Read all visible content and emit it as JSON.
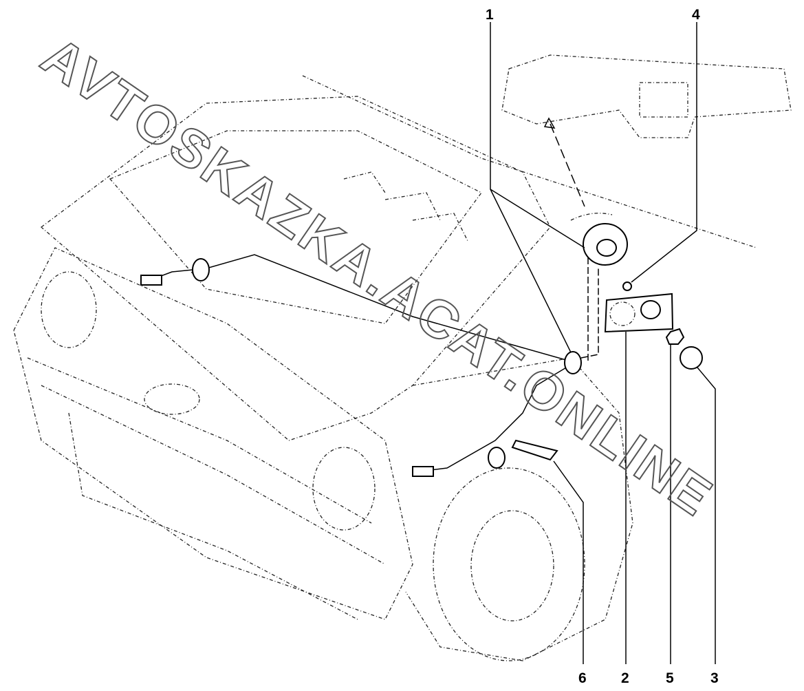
{
  "diagram": {
    "callouts": [
      "1",
      "2",
      "3",
      "4",
      "5",
      "6"
    ],
    "watermark": "AVTOSKAZKA.ACAT.ONLINE"
  }
}
